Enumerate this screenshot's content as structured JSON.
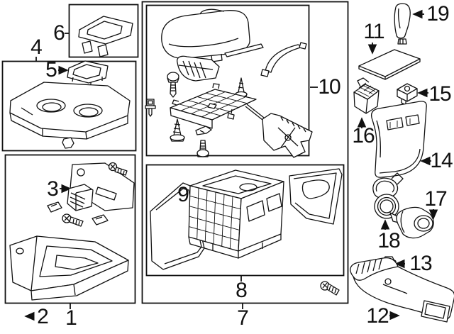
{
  "canvas": {
    "background_color": "#ffffff",
    "line_color": "#111111"
  },
  "callouts": {
    "c1": {
      "text": "1"
    },
    "c2": {
      "text": "2"
    },
    "c3": {
      "text": "3"
    },
    "c4": {
      "text": "4"
    },
    "c5": {
      "text": "5"
    },
    "c6": {
      "text": "6"
    },
    "c7": {
      "text": "7"
    },
    "c8": {
      "text": "8"
    },
    "c9": {
      "text": "9"
    },
    "c10": {
      "text": "10"
    },
    "c11": {
      "text": "11"
    },
    "c12": {
      "text": "12"
    },
    "c13": {
      "text": "13"
    },
    "c14": {
      "text": "14"
    },
    "c15": {
      "text": "15"
    },
    "c16": {
      "text": "16"
    },
    "c17": {
      "text": "17"
    },
    "c18": {
      "text": "18"
    },
    "c19": {
      "text": "19"
    }
  }
}
